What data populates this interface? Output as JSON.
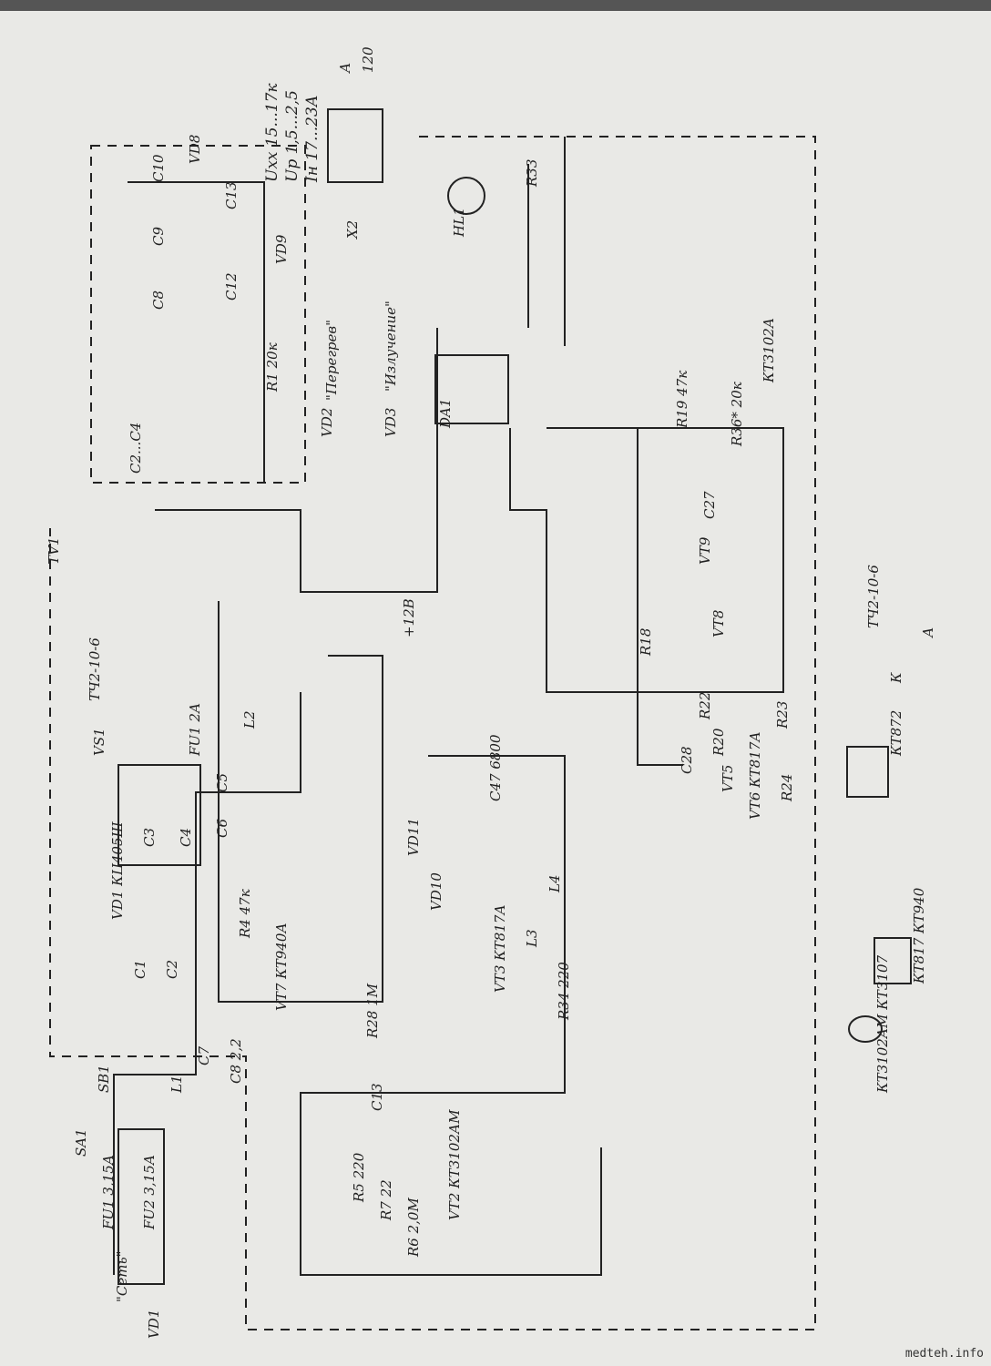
{
  "title_block": {
    "params": [
      "Uxx 15...17к",
      "Up 1,5...2,5",
      "Iн 17...23А"
    ],
    "lamps": [
      "А",
      "120"
    ],
    "connector": "X2"
  },
  "labels": [
    "R33",
    "HL1",
    "R1 20к",
    "\"Перегрев\"",
    "\"Излучение\"",
    "DA1",
    "C2...C4",
    "C8",
    "C9",
    "C10",
    "C12",
    "C13",
    "VD8",
    "VD9",
    "TV1",
    "VS1",
    "ТЧ2-10-6",
    "VD1 КЦ405Ш",
    "FU1 2А",
    "L2",
    "C3",
    "C4",
    "C1",
    "C2",
    "C5",
    "C6",
    "C7",
    "C8 2,2",
    "VT7 КТ940А",
    "R4 47к",
    "R28 1М",
    "C47 6800",
    "VD10",
    "VD11",
    "VT3 КТ817А",
    "L3",
    "L4",
    "R34 220",
    "VT2 КТ3102АМ",
    "R5 220",
    "R6 2,0М",
    "R7 22",
    "C13",
    "VD2",
    "VD3",
    "+12В",
    "FU1 3,15А",
    "FU2 3,15А",
    "SA1",
    "SB1",
    "\"Сеть\"",
    "VD1",
    "L1",
    "R19 47к",
    "R36* 20к",
    "КТ3102А",
    "VT9",
    "VT8",
    "C27",
    "R18",
    "R22",
    "VT5",
    "VT6 КТ817А",
    "R23",
    "R24",
    "R20",
    "C28",
    "КТ872",
    "КТ817 КТ940",
    "КТ3102АМ КТ3107",
    "ТЧ2-10-6",
    "А",
    "К"
  ],
  "watermark": "medteh.info"
}
